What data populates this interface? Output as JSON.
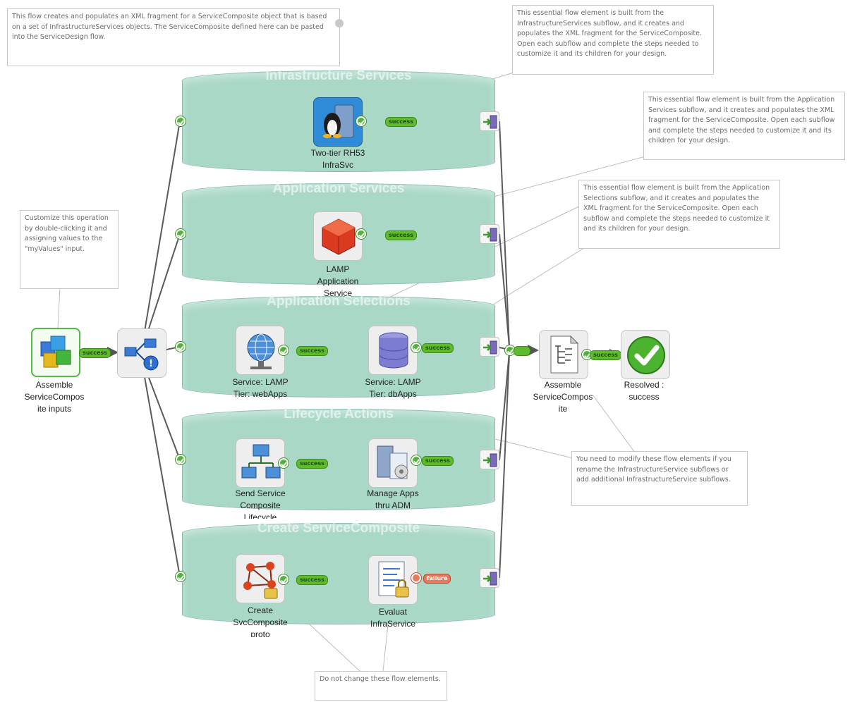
{
  "notes": {
    "top": "This flow creates and populates an XML fragment for a ServiceComposite object that is based on a set of InfrastructureServices objects.  The ServiceComposite defined here can be pasted into the ServiceDesign flow.",
    "infra": "This essential flow element is built from the InfrastructureServices subflow, and it creates and populates the XML fragment for the ServiceComposite.  Open each subflow and complete the steps needed to customize it and its children for your design.",
    "app_services": "This essential flow element is built from the Application Services subflow, and it creates and populates the XML fragment for the ServiceComposite.  Open each subflow and complete the steps needed to customize it and its children for your design.",
    "app_selections": "This essential flow element is built from the Application Selections subflow, and it creates and populates the XML fragment for the ServiceComposite.  Open each subflow and complete the steps needed to customize it and its children for your design.",
    "customize": "Customize this operation by double-clicking it and assigning values to the \"myValues\" input.",
    "modify": "You need to modify these flow elements if you rename the InfrastructureService subflows or add additional InfrastructureService subflows.",
    "do_not_change": "Do not change these flow elements."
  },
  "lanes": {
    "infrastructure": "Infrastructure Services",
    "application_services": "Application Services",
    "application_selections": "Application Selections",
    "lifecycle": "Lifecycle Actions",
    "create": "Create ServiceComposite"
  },
  "nodes": {
    "assemble_inputs": "Assemble\nServiceCompos\nite inputs",
    "two_tier": "Two-tier RH53\nInfraSvc",
    "lamp_app": "LAMP\nApplication\nService",
    "svc_webapps": "Service: LAMP\nTier: webApps",
    "svc_dbapps": "Service: LAMP\nTier: dbApps",
    "send_lifecycle": "Send Service\nComposite\nLifecycle",
    "manage_apps": "Manage Apps\nthru ADM",
    "create_proto": "Create\nSvcComposite\nproto",
    "evaluate": "Evaluat\nInfraService",
    "assemble": "Assemble\nServiceCompos\nite",
    "resolved": "Resolved :\nsuccess"
  },
  "transitions": {
    "success": "success",
    "failure": "failure"
  },
  "colors": {
    "lane_fill": "#a9d8c6",
    "success_green": "#5fbb2d",
    "failure_red": "#e9795c",
    "note_border": "#c9c9c9"
  }
}
